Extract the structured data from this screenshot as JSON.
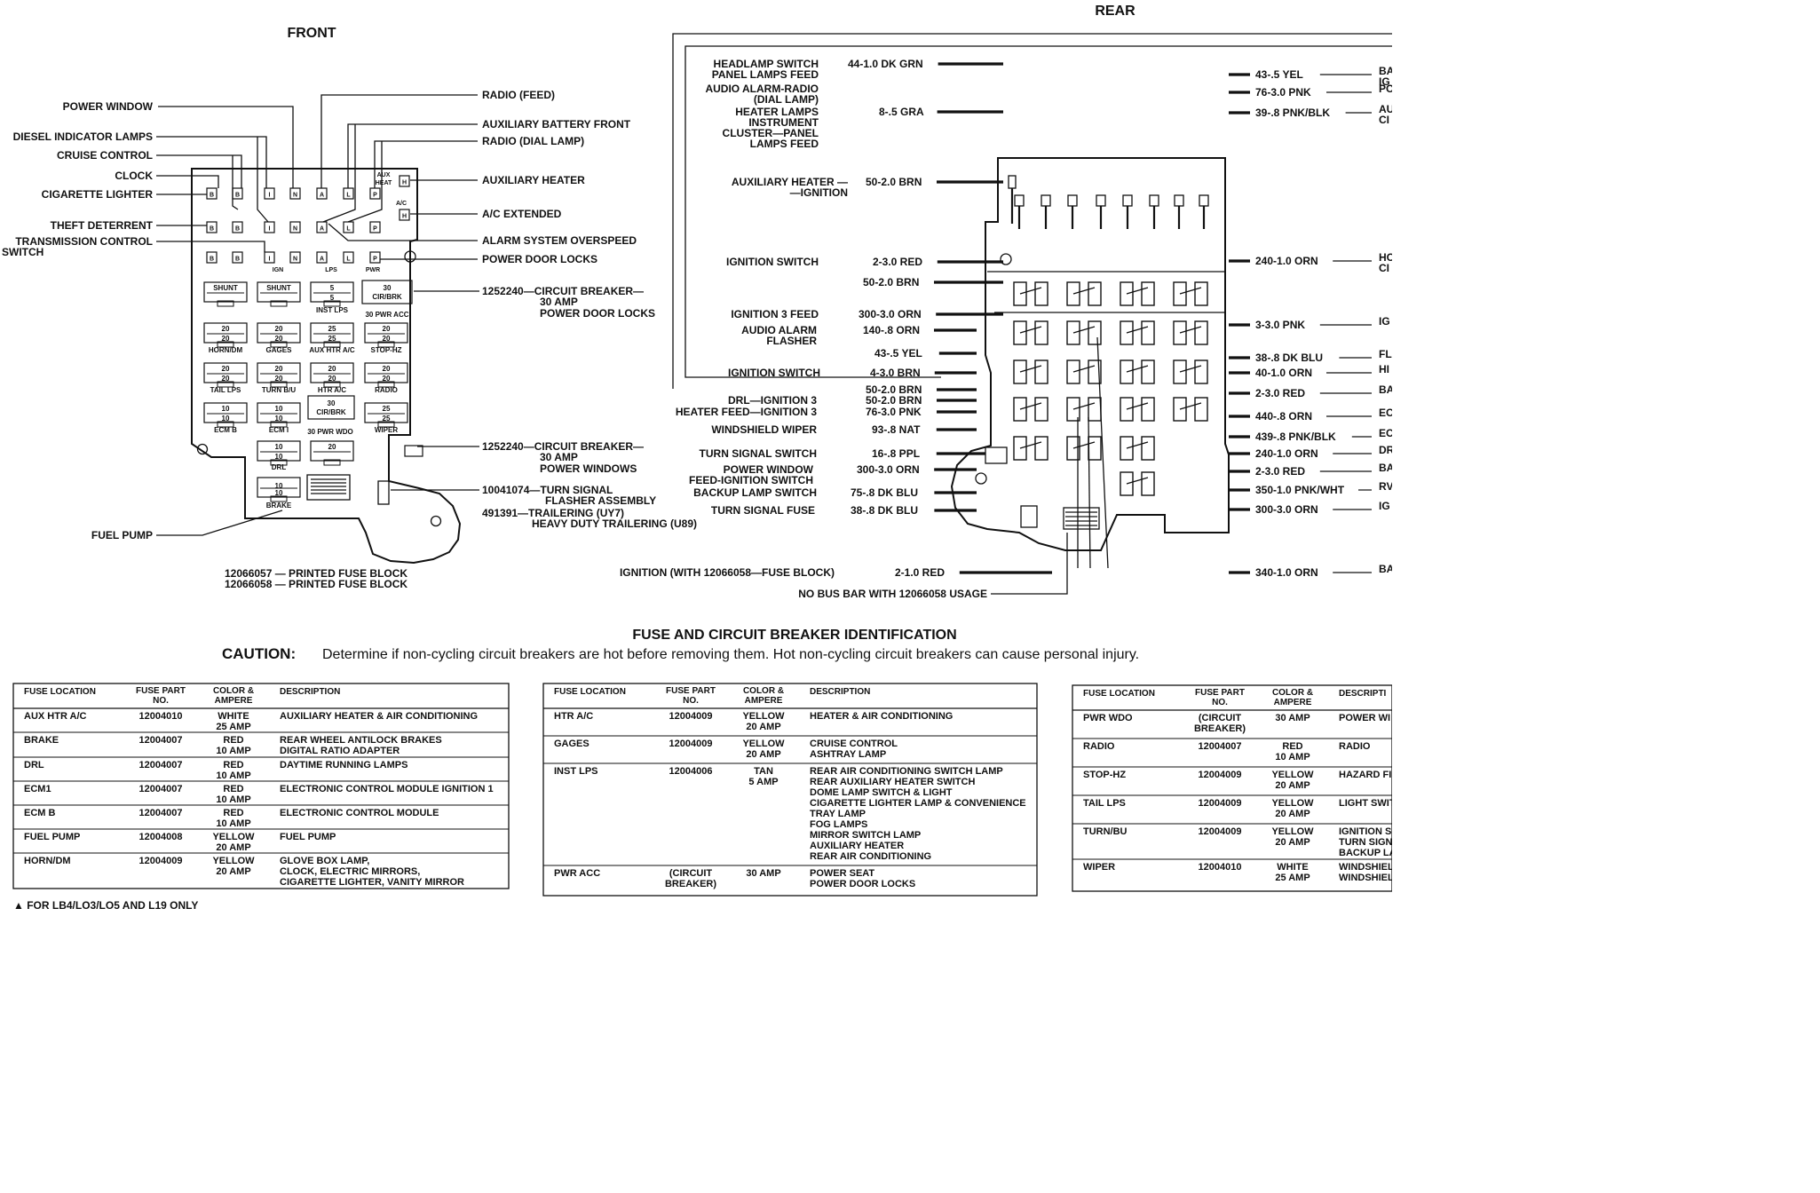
{
  "front": {
    "title": "FRONT",
    "left_labels": [
      "POWER WINDOW",
      "DIESEL INDICATOR LAMPS",
      "CRUISE CONTROL",
      "CLOCK",
      "CIGARETTE LIGHTER",
      "THEFT DETERRENT",
      "TRANSMISSION CONTROL",
      "SWITCH",
      "FUEL PUMP"
    ],
    "right_labels": [
      "RADIO (FEED)",
      "AUXILIARY BATTERY FRONT",
      "RADIO (DIAL LAMP)",
      "AUXILIARY HEATER",
      "A/C EXTENDED",
      "ALARM SYSTEM OVERSPEED",
      "POWER DOOR LOCKS"
    ],
    "breaker1": [
      "1252240—CIRCUIT BREAKER—",
      "30 AMP",
      "POWER DOOR LOCKS"
    ],
    "breaker2": [
      "1252240—CIRCUIT BREAKER—",
      "30 AMP",
      "POWER WINDOWS"
    ],
    "flasher": [
      "10041074—TURN SIGNAL",
      "FLASHER ASSEMBLY"
    ],
    "trailering": [
      "491391—TRAILERING (UY7)",
      "HEAVY DUTY TRAILERING (U89)"
    ],
    "block_parts": [
      "12066057 — PRINTED FUSE BLOCK",
      "12066058 — PRINTED FUSE BLOCK"
    ],
    "box_texts": [
      "AUX",
      "HEAT",
      "A/C",
      "IGN",
      "LPS",
      "PWR",
      "SHUNT",
      "SHUNT",
      "5",
      "5",
      "INST LPS",
      "30",
      "CIR/BRK",
      "30 PWR ACC",
      "20",
      "20",
      "HORN/DM",
      "20",
      "20",
      "GAGES",
      "25",
      "25",
      "AUX HTR A/C",
      "20",
      "20",
      "STOP-HZ",
      "20",
      "20",
      "TAIL LPS",
      "20",
      "20",
      "TURN B/U",
      "20",
      "20",
      "HTR A/C",
      "20",
      "20",
      "RADIO",
      "10",
      "10",
      "ECM B",
      "10",
      "10",
      "ECM I",
      "30",
      "CIR/BRK",
      "25",
      "25",
      "WIPER",
      "30 PWR WDO",
      "10",
      "10",
      "DRL",
      "20",
      "10",
      "10",
      "BRAKE",
      "B",
      "I",
      "N",
      "A",
      "L",
      "P",
      "H"
    ]
  },
  "rear": {
    "title": "REAR",
    "left_labels": [
      [
        "HEADLAMP SWITCH",
        "PANEL LAMPS FEED",
        "44-1.0 DK GRN"
      ],
      [
        "AUDIO ALARM-RADIO",
        "(DIAL LAMP)",
        ""
      ],
      [
        "HEATER LAMPS",
        "INSTRUMENT",
        "CLUSTER—PANEL",
        "LAMPS FEED",
        "8-.5 GRA"
      ],
      [
        "AUXILIARY HEATER —",
        "—IGNITION",
        "50-2.0 BRN"
      ],
      [
        "IGNITION SWITCH",
        "2-3.0 RED"
      ],
      [
        "50-2.0 BRN"
      ],
      [
        "IGNITION 3 FEED",
        "300-3.0 ORN"
      ],
      [
        "AUDIO ALARM",
        "FLASHER",
        "140-.8 ORN"
      ],
      [
        "43-.5 YEL"
      ],
      [
        "IGNITION SWITCH",
        "4-3.0 BRN"
      ],
      [
        "50-2.0 BRN"
      ],
      [
        "DRL—IGNITION 3",
        "50-2.0 BRN"
      ],
      [
        "HEATER FEED—IGNITION 3",
        "76-3.0 PNK"
      ],
      [
        "WINDSHIELD WIPER",
        "93-.8 NAT"
      ],
      [
        "TURN SIGNAL SWITCH",
        "16-.8 PPL"
      ],
      [
        "POWER WINDOW",
        "FEED-IGNITION SWITCH",
        "300-3.0 ORN"
      ],
      [
        "BACKUP LAMP SWITCH",
        "75-.8 DK BLU"
      ],
      [
        "TURN SIGNAL FUSE",
        "38-.8 DK BLU"
      ],
      [
        "IGNITION (WITH 12066058—FUSE BLOCK)",
        "2-1.0 RED"
      ],
      [
        "NO BUS BAR WITH 12066058 USAGE"
      ]
    ],
    "right_wires": [
      [
        "43-.5 YEL",
        "BA",
        "IG"
      ],
      [
        "76-3.0 PNK",
        "PO"
      ],
      [
        "39-.8 PNK/BLK",
        "AU",
        "CI"
      ],
      [
        "240-1.0 ORN",
        "HO",
        "CI"
      ],
      [
        "3-3.0 PNK",
        "IG"
      ],
      [
        "38-.8 DK BLU",
        "FL"
      ],
      [
        "40-1.0 ORN",
        "HI"
      ],
      [
        "2-3.0 RED",
        "BA"
      ],
      [
        "440-.8 ORN",
        "EC"
      ],
      [
        "439-.8 PNK/BLK",
        "EC"
      ],
      [
        "240-1.0 ORN",
        "DR"
      ],
      [
        "2-3.0 RED",
        "BA"
      ],
      [
        "350-1.0 PNK/WHT",
        "RV"
      ],
      [
        "300-3.0 ORN",
        "IG"
      ],
      [
        "340-1.0 ORN",
        "BA"
      ]
    ]
  },
  "identification": {
    "title": "FUSE AND CIRCUIT BREAKER IDENTIFICATION",
    "caution_label": "CAUTION:",
    "caution_text": "Determine if non-cycling circuit breakers are hot before removing them.   Hot non-cycling circuit breakers can cause personal injury."
  },
  "tables": [
    {
      "headers": [
        "FUSE LOCATION",
        "FUSE PART NO.",
        "COLOR & AMPERE",
        "DESCRIPTION"
      ],
      "rows": [
        [
          "AUX HTR A/C",
          "12004010",
          "WHITE 25 AMP",
          "AUXILIARY HEATER & AIR CONDITIONING"
        ],
        [
          "BRAKE",
          "12004007",
          "RED 10 AMP",
          "REAR WHEEL ANTILOCK BRAKES | DIGITAL RATIO ADAPTER"
        ],
        [
          "DRL",
          "12004007",
          "RED 10 AMP",
          "DAYTIME RUNNING LAMPS"
        ],
        [
          "ECM1",
          "12004007",
          "RED 10 AMP",
          "ELECTRONIC CONTROL MODULE IGNITION 1"
        ],
        [
          "ECM B",
          "12004007",
          "RED 10 AMP",
          "ELECTRONIC CONTROL MODULE"
        ],
        [
          "FUEL PUMP",
          "12004008",
          "YELLOW 20 AMP",
          "FUEL PUMP"
        ],
        [
          "HORN/DM",
          "12004009",
          "YELLOW 20 AMP",
          "GLOVE BOX LAMP, | CLOCK, ELECTRIC MIRRORS, | CIGARETTE LIGHTER, VANITY MIRROR"
        ]
      ]
    },
    {
      "headers": [
        "FUSE LOCATION",
        "FUSE PART NO.",
        "COLOR & AMPERE",
        "DESCRIPTION"
      ],
      "rows": [
        [
          "HTR A/C",
          "12004009",
          "YELLOW 20 AMP",
          "HEATER & AIR CONDITIONING"
        ],
        [
          "GAGES",
          "12004009",
          "YELLOW 20 AMP",
          "CRUISE CONTROL | ASHTRAY LAMP"
        ],
        [
          "INST LPS",
          "12004006",
          "TAN 5 AMP",
          "REAR AIR CONDITIONING SWITCH LAMP | REAR AUXILIARY HEATER SWITCH | DOME LAMP SWITCH & LIGHT | CIGARETTE LIGHTER LAMP & CONVENIENCE | TRAY LAMP | FOG LAMPS | MIRROR SWITCH LAMP | AUXILIARY HEATER | REAR AIR CONDITIONING"
        ],
        [
          "PWR ACC",
          "(CIRCUIT BREAKER)",
          "30 AMP",
          "POWER SEAT | POWER DOOR LOCKS"
        ]
      ]
    },
    {
      "headers": [
        "FUSE LOCATION",
        "FUSE PART NO.",
        "COLOR & AMPERE",
        "DESCRIPTI"
      ],
      "rows": [
        [
          "PWR WDO",
          "(CIRCUIT BREAKER)",
          "30 AMP",
          "POWER WI"
        ],
        [
          "RADIO",
          "12004007",
          "RED 10 AMP",
          "RADIO"
        ],
        [
          "STOP-HZ",
          "12004009",
          "YELLOW 20 AMP",
          "HAZARD FI"
        ],
        [
          "TAIL LPS",
          "12004009",
          "YELLOW 20 AMP",
          "LIGHT SWIT"
        ],
        [
          "TURN/BU",
          "12004009",
          "YELLOW 20 AMP",
          "IGNITION S | TURN SIGNA | BACKUP LA"
        ],
        [
          "WIPER",
          "12004010",
          "WHITE 25 AMP",
          "WINDSHIEL | WINDSHIEL"
        ]
      ]
    }
  ],
  "footnote": "▲ FOR LB4/LO3/LO5 AND L19 ONLY"
}
